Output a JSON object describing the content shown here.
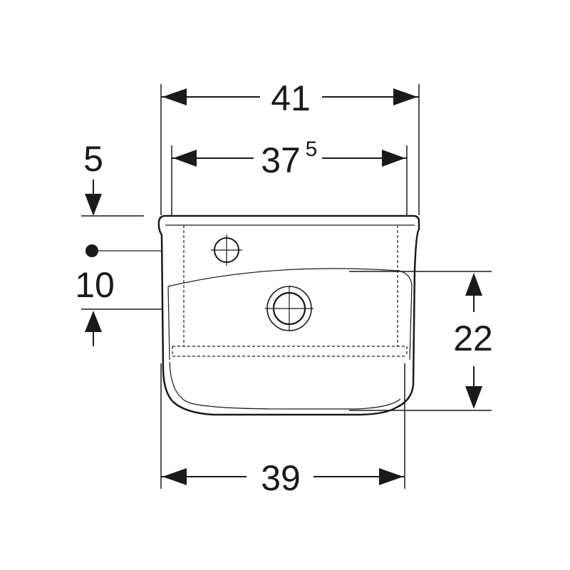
{
  "dimensions": {
    "overall_width": "41",
    "inner_width_main": "37",
    "inner_width_sup": "5",
    "bottom_width": "39",
    "top_offset": "5",
    "tap_hole_offset": "10",
    "depth_right": "22"
  },
  "colors": {
    "line": "#1a1a1a",
    "background": "#ffffff"
  },
  "icons": {
    "tap_hole": "crosshair-circle-icon",
    "drain": "drain-circle-icon",
    "center_point": "center-dot-icon"
  }
}
